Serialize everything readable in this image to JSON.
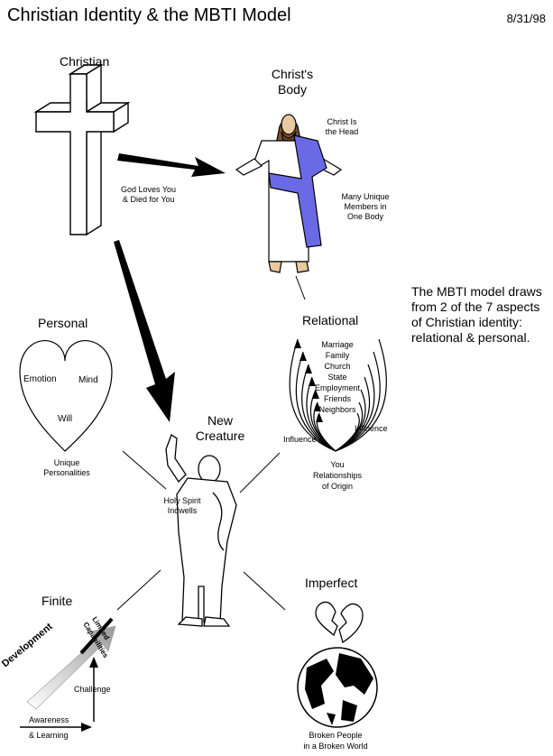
{
  "header": {
    "title": "Christian Identity & the MBTI Model",
    "date": "8/31/98"
  },
  "christian": {
    "label": "Christian",
    "caption_1": "God Loves You",
    "caption_2": "& Died for You"
  },
  "body": {
    "label_1": "Christ's",
    "label_2": "Body",
    "head_1": "Christ Is",
    "head_2": "the Head",
    "members_1": "Many Unique",
    "members_2": "Members in",
    "members_3": "One Body"
  },
  "note": {
    "text": "The MBTI model draws from 2 of the 7 aspects of Christian identity: relational & personal."
  },
  "personal": {
    "label": "Personal",
    "emotion": "Emotion",
    "mind": "Mind",
    "will": "Will",
    "caption_1": "Unique",
    "caption_2": "Personalities"
  },
  "relational": {
    "label": "Relational",
    "items": [
      "Marriage",
      "Family",
      "Church",
      "State",
      "Employment",
      "Friends",
      "Neighbors"
    ],
    "influence_left": "Influence",
    "influence_right": "Influence",
    "you": "You",
    "origin_1": "Relationships",
    "origin_2": "of Origin"
  },
  "new_creature": {
    "label_1": "New",
    "label_2": "Creature",
    "spirit_1": "Holy Spirit",
    "spirit_2": "Indwells"
  },
  "finite": {
    "label": "Finite",
    "development": "Development",
    "limited_1": "Limited",
    "limited_2": "Capabilities",
    "challenge": "Challenge",
    "awareness_1": "Awareness",
    "awareness_2": "& Learning"
  },
  "imperfect": {
    "label": "Imperfect",
    "caption_1": "Broken People",
    "caption_2": "in a Broken World"
  }
}
